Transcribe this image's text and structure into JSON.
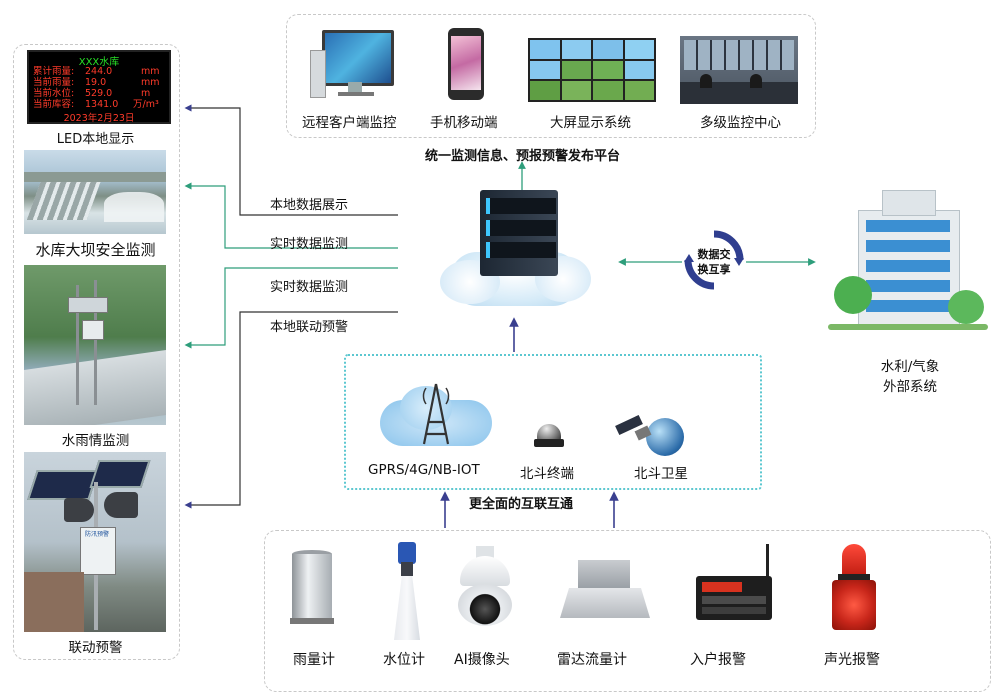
{
  "left_panel": {
    "led": {
      "title": "XXX水库",
      "rows": [
        {
          "name": "累计雨量:",
          "value": "244.0",
          "unit": "mm"
        },
        {
          "name": "当前雨量:",
          "value": "19.0",
          "unit": "mm"
        },
        {
          "name": "当前水位:",
          "value": "529.0",
          "unit": "m"
        },
        {
          "name": "当前库容:",
          "value": "1341.0",
          "unit": "万/m³"
        }
      ],
      "date": "2023年2月23日",
      "caption": "LED本地显示"
    },
    "dam_caption": "水库大坝安全监测",
    "rain_caption": "水雨情监测",
    "alarm_caption": "联动预警",
    "alarm_sign": "防汛预警"
  },
  "links": {
    "local_display": "本地数据展示",
    "realtime1": "实时数据监测",
    "realtime2": "实时数据监测",
    "local_alarm": "本地联动预警"
  },
  "top_panel": {
    "items": [
      "远程客户端监控",
      "手机移动端",
      "大屏显示系统",
      "多级监控中心"
    ],
    "caption": "统一监测信息、预报预警发布平台"
  },
  "exchange": {
    "line1": "数据交",
    "line2": "换互享"
  },
  "external": {
    "line1": "水利/气象",
    "line2": "外部系统"
  },
  "comm_panel": {
    "items": [
      "GPRS/4G/NB-IOT",
      "北斗终端",
      "北斗卫星"
    ],
    "caption": "更全面的互联互通"
  },
  "devices": [
    "雨量计",
    "水位计",
    "AI摄像头",
    "雷达流量计",
    "入户报警",
    "声光报警"
  ],
  "colors": {
    "arrow_green": "#2e9e7b",
    "arrow_navy": "#3a3f8f",
    "dotted_border": "#5cc7d0",
    "panel_dash": "#c8c8c8"
  }
}
